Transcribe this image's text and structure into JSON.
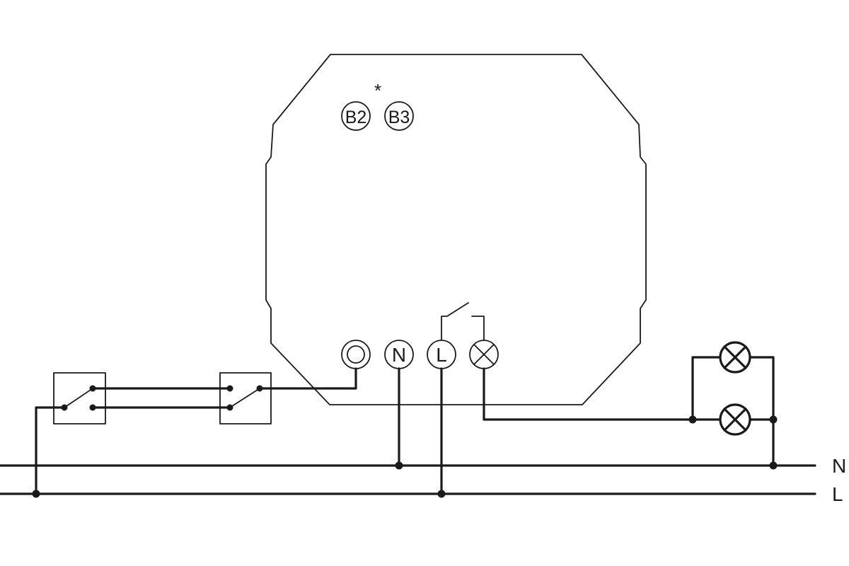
{
  "device": {
    "asterisk": "*",
    "top_terminals": [
      "B2",
      "B3"
    ],
    "bottom_terminals": {
      "ring": "",
      "neutral": "N",
      "line": "L",
      "lamp_output": "lamp-symbol"
    }
  },
  "rails": {
    "neutral_label": "N",
    "line_label": "L"
  },
  "switches": [
    "two-way-switch",
    "two-way-switch"
  ],
  "lamps": [
    "lamp-symbol",
    "lamp-symbol"
  ]
}
